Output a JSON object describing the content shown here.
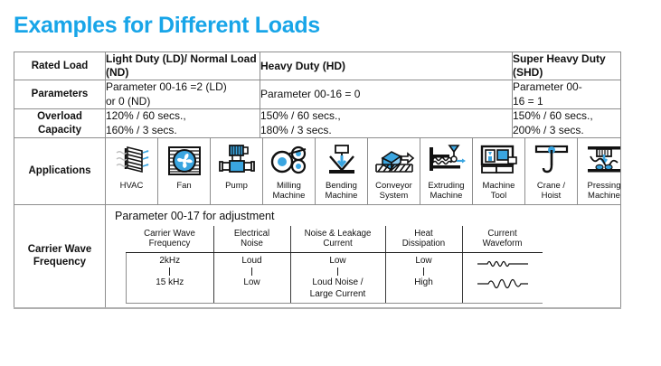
{
  "title": "Examples for Different Loads",
  "accent_color": "#18a5e8",
  "header_bg": "#eff1dd",
  "label_bg": "#bfe1f5",
  "table": {
    "rows": {
      "rated_load": {
        "label": "Rated Load",
        "c1": "Light Duty (LD)/",
        "c1b": "Normal Load (ND)",
        "c2": "Heavy Duty (HD)",
        "c3": "Super Heavy",
        "c3b": "Duty (SHD)"
      },
      "parameters": {
        "label": "Parameters",
        "c1": "Parameter 00-16 =2 (LD)",
        "c1b": "or 0 (ND)",
        "c2": "Parameter 00-16 = 0",
        "c3": "Parameter 00-",
        "c3b": "16 = 1"
      },
      "overload": {
        "label": "Overload",
        "label2": "Capacity",
        "c1": "120% / 60 secs.,",
        "c1b": "160% / 3 secs.",
        "c2": "150% / 60 secs.,",
        "c2b": "180% / 3 secs.",
        "c3": "150% / 60 secs.,",
        "c3b": "200% / 3 secs."
      },
      "applications": {
        "label": "Applications",
        "items": [
          {
            "icon": "hvac-icon",
            "cap": "HVAC",
            "cap2": ""
          },
          {
            "icon": "fan-icon",
            "cap": "Fan",
            "cap2": ""
          },
          {
            "icon": "pump-icon",
            "cap": "Pump",
            "cap2": ""
          },
          {
            "icon": "milling-machine-icon",
            "cap": "Milling",
            "cap2": "Machine"
          },
          {
            "icon": "bending-machine-icon",
            "cap": "Bending",
            "cap2": "Machine"
          },
          {
            "icon": "conveyor-system-icon",
            "cap": "Conveyor",
            "cap2": "System"
          },
          {
            "icon": "extruding-machine-icon",
            "cap": "Extruding",
            "cap2": "Machine"
          },
          {
            "icon": "machine-tool-icon",
            "cap": "Machine",
            "cap2": "Tool"
          },
          {
            "icon": "crane-hoist-icon",
            "cap": "Crane /",
            "cap2": "Hoist"
          },
          {
            "icon": "pressing-machine-icon",
            "cap": "Pressing",
            "cap2": "Machine"
          }
        ]
      },
      "carrier_wave": {
        "label": "Carrier Wave",
        "label2": "Frequency",
        "note": "Parameter 00-17 for adjustment",
        "subtable": {
          "headers": [
            {
              "l1": "Carrier Wave",
              "l2": "Frequency"
            },
            {
              "l1": "Electrical",
              "l2": "Noise"
            },
            {
              "l1": "Noise & Leakage",
              "l2": "Current"
            },
            {
              "l1": "Heat",
              "l2": "Dissipation"
            },
            {
              "l1": "Current",
              "l2": "Waveform"
            }
          ],
          "cells": [
            {
              "top": "2kHz",
              "bottom": "15 kHz"
            },
            {
              "top": "Loud",
              "bottom": "Low"
            },
            {
              "top": "Low",
              "bottom": "Loud Noise /",
              "bottom2": "Large Current"
            },
            {
              "top": "Low",
              "bottom": "High"
            },
            {
              "top": "ripple-waveform-icon",
              "bottom": "sine-waveform-icon",
              "is_icon": true
            }
          ]
        }
      }
    }
  }
}
